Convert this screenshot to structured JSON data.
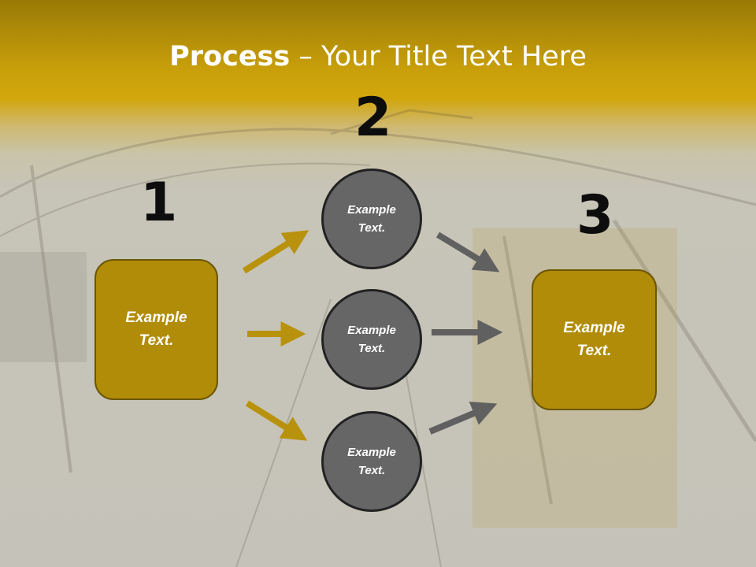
{
  "slide": {
    "title_bold": "Process",
    "title_rest": " – Your Title Text Here"
  },
  "steps": {
    "step1_number": "1",
    "step2_number": "2",
    "step3_number": "3"
  },
  "nodes": {
    "left_box": "Example\nText.",
    "circle_top": "Example\nText.",
    "circle_middle": "Example\nText.",
    "circle_bottom": "Example\nText.",
    "right_box": "Example\nText."
  },
  "colors": {
    "accent_gold": "#b08c08",
    "circle_gray": "#666666",
    "arrow_gold": "#b8920c",
    "arrow_gray": "#606060"
  }
}
